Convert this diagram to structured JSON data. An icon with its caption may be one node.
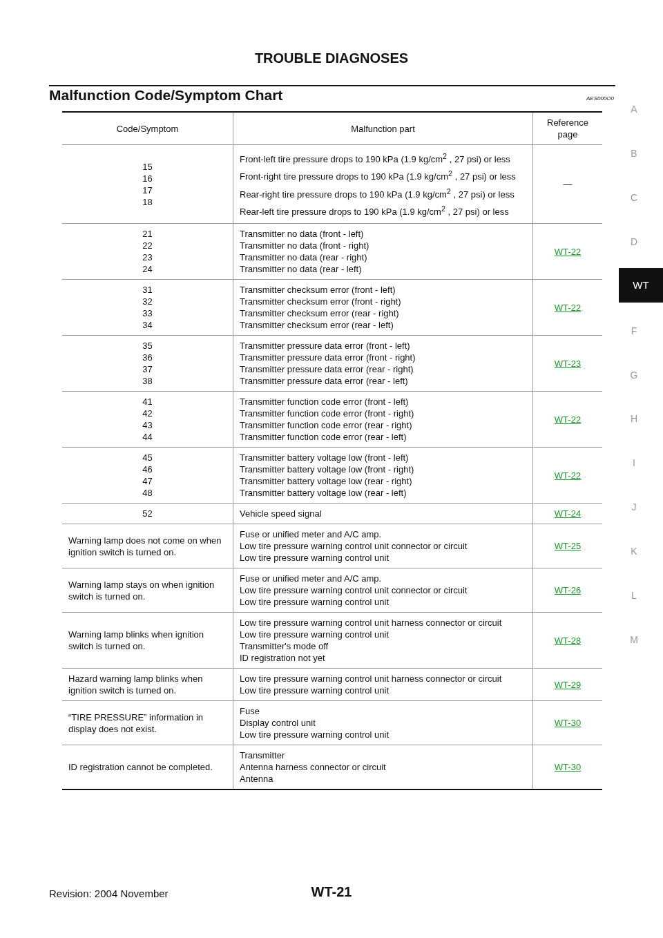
{
  "diagram": {
    "title": "Malfunction Code/Symptom Chart",
    "labels": [
      "TROUBLE DIAGNOSES",
      "AES000O0",
      "A",
      "B",
      "C",
      "D",
      "WT",
      "F",
      "G",
      "H",
      "I",
      "J",
      "K",
      "L",
      "M",
      "Code/Symptom",
      "Malfunction part",
      "Reference page",
      "15",
      "16",
      "17",
      "18",
      "Front-left tire pressure drops to 190 kPa (1.9 kg/cm$^{2}$ , 27 psi) or less",
      "Front-right tire pressure drops to 190 kPa (1.9 kg/cm$^{2}$ , 27 psi) or less",
      "Rear-right tire pressure drops to 190 kPa (1.9 kg/cm$^{2}$ , 27 psi) or less",
      "Rear-left tire pressure drops to 190 kPa (1.9 kg/cm$^{2}$ , 27 psi) or less",
      "—",
      "21",
      "22",
      "23",
      "24",
      "Transmitter no data (front - left)",
      "Transmitter no data (front - right)",
      "Transmitter no data (rear - right)",
      "Transmitter no data (rear - left)",
      "WT-22",
      "31",
      "32",
      "33",
      "34",
      "Transmitter checksum error (front - left)",
      "Transmitter checksum error (front - right)",
      "Transmitter checksum error (rear - right)",
      "Transmitter checksum error (rear - left)",
      "WT-22",
      "35",
      "36",
      "37",
      "38",
      "Transmitter pressure data error (front - left)",
      "Transmitter pressure data error (front - right)",
      "Transmitter pressure data error (rear - right)",
      "Transmitter pressure data error (rear - left)",
      "WT-23",
      "41",
      "42",
      "43",
      "44",
      "Transmitter function code error (front - left)",
      "Transmitter function code error (front - right)",
      "Transmitter function code error (rear - right)",
      "Transmitter function code error (rear - left)",
      "WT-22",
      "45",
      "46",
      "47",
      "48",
      "Transmitter battery voltage low (front - left)",
      "Transmitter battery voltage low (front - right)",
      "Transmitter battery voltage low (rear - right)",
      "Transmitter battery voltage low (rear - left)",
      "WT-22",
      "52",
      "Vehicle speed signal",
      "WT-24",
      "Warning lamp does not come on when ignition switch is turned on.",
      "Fuse or unified meter and A/C amp.",
      "Low tire pressure warning control unit connector or circuit",
      "Low tire pressure warning control unit",
      "WT-25",
      "Warning lamp stays on when ignition switch is turned on.",
      "Fuse or unified meter and A/C amp.",
      "Low tire pressure warning control unit connector or circuit",
      "Low tire pressure warning control unit",
      "WT-26",
      "Warning lamp blinks when ignition switch is turned on.",
      "Low tire pressure warning control unit harness connector or circuit",
      "Low tire pressure warning control unit",
      "Transmitter's mode off",
      "ID registration not yet",
      "WT-28",
      "Hazard warning lamp blinks when ignition switch is turned on.",
      "Low tire pressure warning control unit harness connector or circuit",
      "Low tire pressure warning control unit",
      "WT-29",
      "“TIRE PRESSURE” information in display does not exist.",
      "Fuse",
      "Display control unit",
      "Low tire pressure warning control unit",
      "WT-30",
      "ID registration cannot be completed.",
      "Transmitter",
      "Antenna harness connector or circuit",
      "Antenna",
      "WT-30",
      "Revision: 2004 November",
      "WT-21"
    ]
  }
}
